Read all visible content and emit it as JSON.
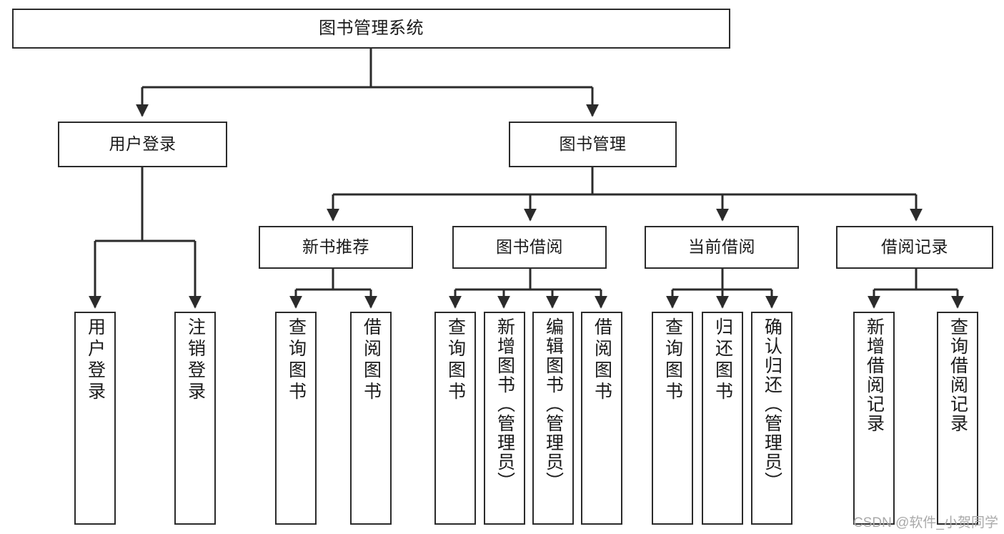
{
  "diagram": {
    "type": "tree-hierarchy-chart",
    "title": "图书管理系统",
    "watermark": "CSDN @软件_小贺同学",
    "colors": {
      "box_border": "#2b2b2b",
      "box_fill": "#ffffff",
      "connector": "#2b2b2b",
      "text": "#1a1a1a",
      "watermark": "#a9a9a9",
      "background": "#ffffff"
    },
    "nodes": {
      "root": {
        "label": "图书管理系统"
      },
      "level2": [
        {
          "id": "user-login",
          "label": "用户登录"
        },
        {
          "id": "book-management",
          "label": "图书管理"
        }
      ],
      "level3": [
        {
          "id": "new-book-recommend",
          "label": "新书推荐"
        },
        {
          "id": "book-borrow",
          "label": "图书借阅"
        },
        {
          "id": "current-borrow",
          "label": "当前借阅"
        },
        {
          "id": "borrow-record",
          "label": "借阅记录"
        }
      ],
      "leaves": {
        "user_login": [
          {
            "id": "leaf-user-login",
            "label": "用户登录"
          },
          {
            "id": "leaf-logout-login",
            "label": "注销登录"
          }
        ],
        "new_book_recommend": [
          {
            "id": "leaf-query-book-1",
            "label": "查询图书"
          },
          {
            "id": "leaf-borrow-book-1",
            "label": "借阅图书"
          }
        ],
        "book_borrow": [
          {
            "id": "leaf-query-book-2",
            "label": "查询图书"
          },
          {
            "id": "leaf-add-book",
            "label": "新增图书（管理员）"
          },
          {
            "id": "leaf-edit-book",
            "label": "编辑图书（管理员）"
          },
          {
            "id": "leaf-borrow-book-2",
            "label": "借阅图书"
          }
        ],
        "current_borrow": [
          {
            "id": "leaf-query-book-3",
            "label": "查询图书"
          },
          {
            "id": "leaf-return-book",
            "label": "归还图书"
          },
          {
            "id": "leaf-confirm-return",
            "label": "确认归还（管理员）"
          }
        ],
        "borrow_record": [
          {
            "id": "leaf-add-record",
            "label": "新增借阅记录"
          },
          {
            "id": "leaf-query-record",
            "label": "查询借阅记录"
          }
        ]
      }
    }
  }
}
